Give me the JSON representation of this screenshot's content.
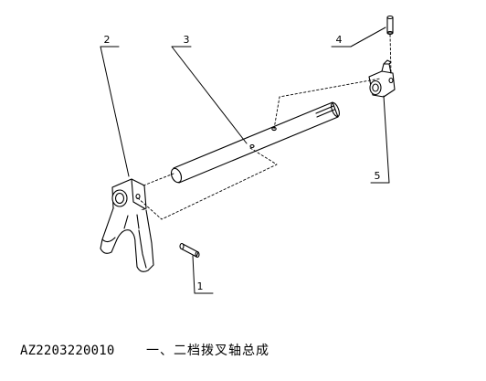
{
  "diagram": {
    "callouts": [
      {
        "id": "callout-1",
        "label": "1"
      },
      {
        "id": "callout-2",
        "label": "2"
      },
      {
        "id": "callout-3",
        "label": "3"
      },
      {
        "id": "callout-4",
        "label": "4"
      },
      {
        "id": "callout-5",
        "label": "5"
      }
    ]
  },
  "caption": {
    "part_code": "AZ2203220010",
    "title": "一、二档拨叉轴总成"
  }
}
